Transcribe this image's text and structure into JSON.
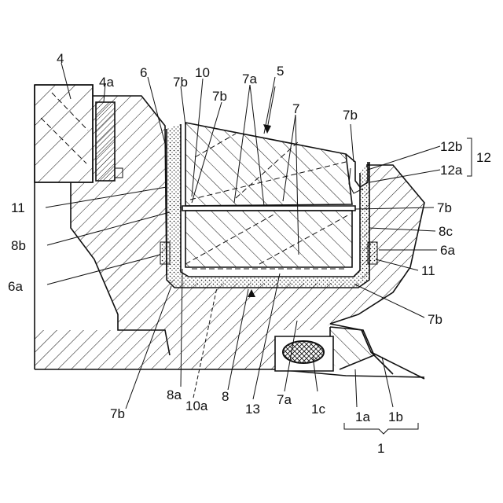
{
  "labels": {
    "l4": "4",
    "l4a": "4a",
    "l6": "6",
    "l7b_a": "7b",
    "l10": "10",
    "l7a_top": "7a",
    "l5": "5",
    "l7b_b": "7b",
    "l7_top": "7",
    "l7b_c": "7b",
    "l12b": "12b",
    "l12": "12",
    "l12a": "12a",
    "l11_left": "11",
    "l7b_right": "7b",
    "l8b": "8b",
    "l8c": "8c",
    "l6a_right": "6a",
    "l11_right": "11",
    "l6a_left": "6a",
    "l7b_lower_right": "7b",
    "l7b_bottom": "7b",
    "l8a": "8a",
    "l10a": "10a",
    "l8": "8",
    "l13": "13",
    "l7a_bottom": "7a",
    "l1c": "1c",
    "l1a": "1a",
    "l1b": "1b",
    "l1": "1"
  }
}
